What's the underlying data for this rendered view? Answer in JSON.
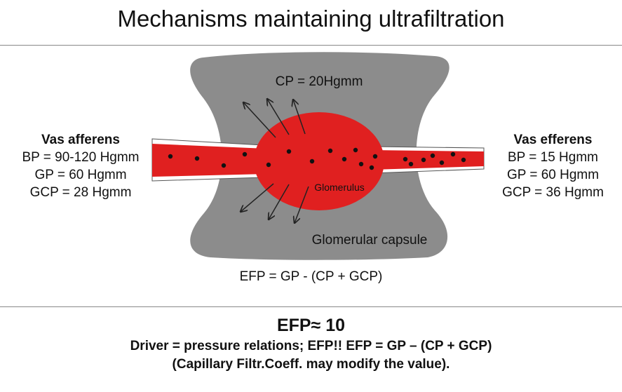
{
  "title": "Mechanisms maintaining ultrafiltration",
  "diagram": {
    "cp_label": "CP = 20Hgmm",
    "glomerulus_label": "Glomerulus",
    "capsule_label": "Glomerular capsule",
    "colors": {
      "capsule": "#8c8c8c",
      "blood": "#e02020",
      "arrow": "#222222"
    }
  },
  "vas_afferens": {
    "heading": "Vas afferens",
    "bp": "BP = 90-120 Hgmm",
    "gp": "GP = 60 Hgmm",
    "gcp": "GCP = 28 Hgmm"
  },
  "vas_efferens": {
    "heading": "Vas efferens",
    "bp": "BP = 15 Hgmm",
    "gp": "GP = 60 Hgmm",
    "gcp": "GCP = 36 Hgmm"
  },
  "efp_formula": "EFP = GP - (CP + GCP)",
  "footer": {
    "efp_value": "EFP≈ 10",
    "driver_line": "Driver = pressure relations; EFP!! EFP = GP – (CP + GCP)",
    "coeff_line": "(Capillary Filtr.Coeff. may modify the value)."
  }
}
